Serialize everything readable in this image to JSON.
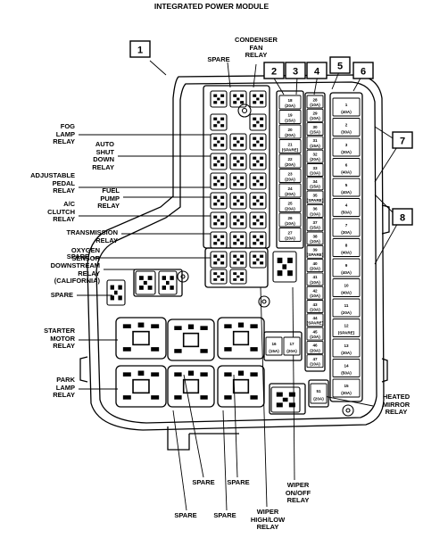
{
  "title": "INTEGRATED POWER MODULE",
  "callouts": [
    "1",
    "2",
    "3",
    "4",
    "5",
    "6",
    "7",
    "8"
  ],
  "labels": {
    "spare_top": "SPARE",
    "condenser_fan_relay": [
      "CONDENSER",
      "FAN",
      "RELAY"
    ],
    "fog_lamp_relay": [
      "FOG",
      "LAMP",
      "RELAY"
    ],
    "auto_shut_down_relay": [
      "AUTO",
      "SHUT",
      "DOWN",
      "RELAY"
    ],
    "adjustable_pedal_relay": [
      "ADJUSTABLE",
      "PEDAL",
      "RELAY"
    ],
    "fuel_pump_relay": [
      "FUEL",
      "PUMP",
      "RELAY"
    ],
    "ac_clutch_relay": [
      "A/C",
      "CLUTCH",
      "RELAY"
    ],
    "transmission_relay": [
      "TRANSMISSION",
      "RELAY"
    ],
    "spare_mid": "SPARE",
    "oxygen_sensor_relay": [
      "OXYGEN",
      "SENSOR",
      "DOWNSTREAM",
      "RELAY",
      "(CALIFORNIA)"
    ],
    "spare_left": "SPARE",
    "starter_motor_relay": [
      "STARTER",
      "MOTOR",
      "RELAY"
    ],
    "park_lamp_relay": [
      "PARK",
      "LAMP",
      "RELAY"
    ],
    "heated_mirror_relay": [
      "HEATED",
      "MIRROR",
      "RELAY"
    ],
    "spare_b1": "SPARE",
    "spare_b2": "SPARE",
    "spare_b3": "SPARE",
    "spare_b4": "SPARE",
    "wiper_on_off_relay": [
      "WIPER",
      "ON/OFF",
      "RELAY"
    ],
    "wiper_high_low_relay": [
      "WIPER",
      "HIGH/LOW",
      "RELAY"
    ]
  },
  "col2_fuses": [
    "18 (20A)",
    "19 (15A)",
    "20 (20A)",
    "21 (SPARE)",
    "22 (20A)",
    "23 (20A)",
    "24 (20A)",
    "25 (20A)",
    "26 (10A)",
    "27 (20A)"
  ],
  "col3_fuses": [
    "28 (10A)",
    "29 (10A)",
    "30 (15A)",
    "31 (15A)",
    "32 (20A)",
    "33 (10A)",
    "34 (15A)",
    "35 (SPARE)",
    "36 (10A)",
    "37 (15A)",
    "38 (10A)",
    "39 (SPARE)",
    "40 (20A)",
    "41 (10A)",
    "42 (10A)",
    "43 (10A)",
    "44 (SPARE)",
    "45 (10A)",
    "46 (20A)",
    "47 (10A)"
  ],
  "cartridge_fuses": [
    "1 (40A)",
    "2 (30A)",
    "3 (30A)",
    "6 (40A)",
    "5 (40A)",
    "4 (50A)",
    "7 (30A)",
    "8 (40A)",
    "9 (40A)",
    "10 (40A)",
    "11 (20A)",
    "12 (SPARE)",
    "13 (30A)",
    "14 (50A)",
    "15 (30A)"
  ],
  "small_fuses": [
    "16 (15A)",
    "17 (20A)",
    "51 (20A)"
  ]
}
